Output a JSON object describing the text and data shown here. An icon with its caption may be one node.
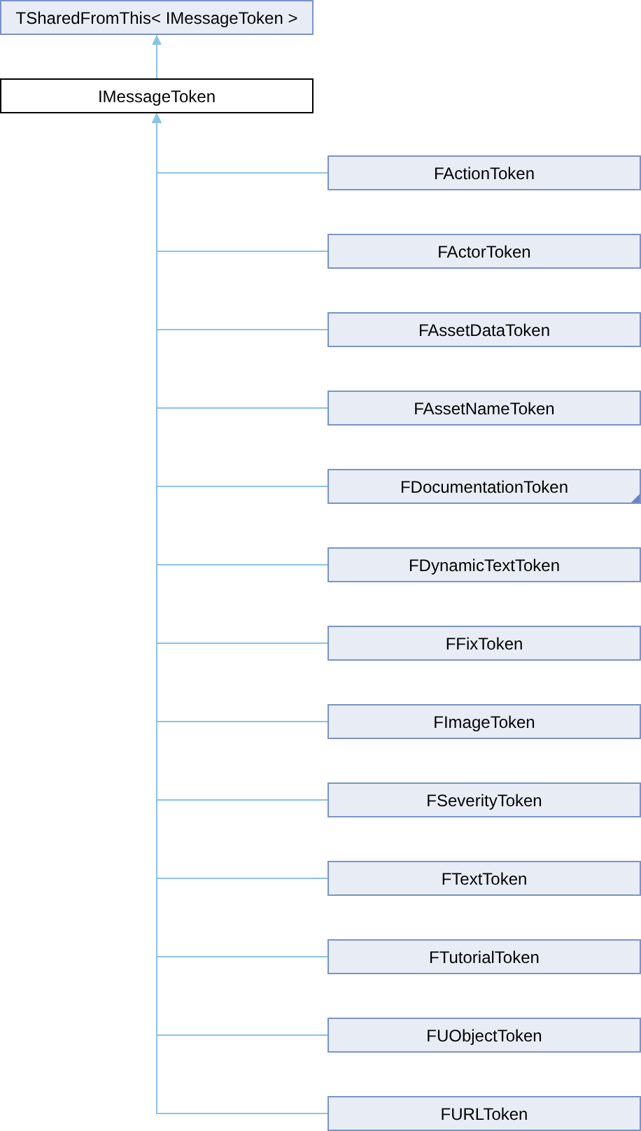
{
  "diagram": {
    "nodes": [
      {
        "text": [
          "TSharedFromThis< IMessageToken >"
        ]
      },
      {
        "text": [
          "IMessageToken"
        ]
      },
      {
        "text": [
          "FActionToken"
        ]
      },
      {
        "text": [
          "FActorToken"
        ]
      },
      {
        "text": [
          "FAssetDataToken"
        ]
      },
      {
        "text": [
          "FAssetNameToken"
        ]
      },
      {
        "text": [
          "FDocumentationToken"
        ]
      },
      {
        "text": [
          "FDynamicTextToken"
        ]
      },
      {
        "text": [
          "FFixToken"
        ]
      },
      {
        "text": [
          "FImageToken"
        ]
      },
      {
        "text": [
          "FSeverityToken"
        ]
      },
      {
        "text": [
          "FTextToken"
        ]
      },
      {
        "text": [
          "FTutorialToken"
        ]
      },
      {
        "text": [
          "FUObjectToken"
        ]
      },
      {
        "text": [
          "FURLToken"
        ]
      }
    ],
    "edges": [
      {
        "from": 1,
        "to": 0,
        "arrow": "to"
      },
      {
        "from": 2,
        "to": 1,
        "arrow": "to"
      },
      {
        "from": 3,
        "to": 1,
        "arrow": "to"
      },
      {
        "from": 4,
        "to": 1,
        "arrow": "to"
      },
      {
        "from": 5,
        "to": 1,
        "arrow": "to"
      },
      {
        "from": 6,
        "to": 1,
        "arrow": "to"
      },
      {
        "from": 7,
        "to": 1,
        "arrow": "to"
      },
      {
        "from": 8,
        "to": 1,
        "arrow": "to"
      },
      {
        "from": 9,
        "to": 1,
        "arrow": "to"
      },
      {
        "from": 10,
        "to": 1,
        "arrow": "to"
      },
      {
        "from": 11,
        "to": 1,
        "arrow": "to"
      },
      {
        "from": 12,
        "to": 1,
        "arrow": "to"
      },
      {
        "from": 13,
        "to": 1,
        "arrow": "to"
      },
      {
        "from": 14,
        "to": 1,
        "arrow": "to"
      }
    ]
  }
}
